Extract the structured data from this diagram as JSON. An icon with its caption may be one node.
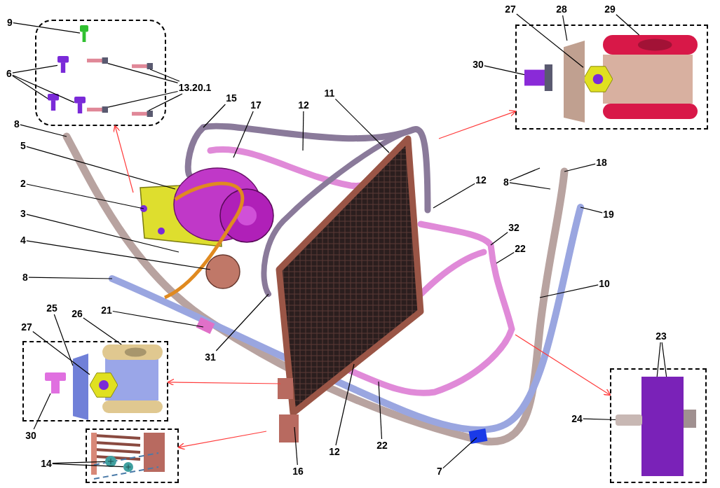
{
  "diagram": {
    "nodes": [
      {
        "text": [],
        "shape": "box"
      },
      {
        "text": [
          "9"
        ]
      },
      {
        "text": [
          "6"
        ]
      },
      {
        "text": [
          "13.20.1"
        ]
      },
      {
        "text": [],
        "shape": "box"
      },
      {
        "text": [
          "27"
        ]
      },
      {
        "text": [
          "28"
        ]
      },
      {
        "text": [
          "29"
        ]
      },
      {
        "text": [
          "30"
        ]
      },
      {
        "text": [
          "8"
        ]
      },
      {
        "text": [
          "15"
        ]
      },
      {
        "text": [
          "17"
        ]
      },
      {
        "text": [
          "12"
        ]
      },
      {
        "text": [
          "11"
        ]
      },
      {
        "text": [
          "5"
        ]
      },
      {
        "text": [
          "18"
        ]
      },
      {
        "text": [
          "8"
        ]
      },
      {
        "text": [
          "2"
        ]
      },
      {
        "text": [
          "12"
        ]
      },
      {
        "text": [
          "19"
        ]
      },
      {
        "text": [
          "3"
        ]
      },
      {
        "text": [
          "32"
        ]
      },
      {
        "text": [
          "4"
        ]
      },
      {
        "text": [
          "22"
        ]
      },
      {
        "text": [
          "8"
        ]
      },
      {
        "text": [
          "10"
        ]
      },
      {
        "text": [
          "21"
        ]
      },
      {
        "text": [],
        "shape": "box"
      },
      {
        "text": [
          "27"
        ]
      },
      {
        "text": [
          "25"
        ]
      },
      {
        "text": [
          "26"
        ]
      },
      {
        "text": [
          "31"
        ]
      },
      {
        "text": [],
        "shape": "box"
      },
      {
        "text": [
          "23"
        ]
      },
      {
        "text": [
          "24"
        ]
      },
      {
        "text": [
          "30"
        ]
      },
      {
        "text": [
          "22"
        ]
      },
      {
        "text": [],
        "shape": "box"
      },
      {
        "text": [
          "12"
        ]
      },
      {
        "text": [
          "14"
        ]
      },
      {
        "text": [
          "16"
        ]
      },
      {
        "text": [
          "7"
        ]
      },
      {
        "text": [],
        "shape": "picture",
        "in": 0
      },
      {
        "text": [],
        "shape": "picture",
        "in": 0
      },
      {
        "text": [],
        "shape": "picture",
        "in": 0
      },
      {
        "text": [],
        "shape": "picture",
        "in": 0
      },
      {
        "text": [],
        "shape": "bar",
        "in": 0
      },
      {
        "text": [],
        "shape": "bar",
        "in": 0
      },
      {
        "text": [],
        "shape": "bar",
        "in": 0
      },
      {
        "text": [],
        "shape": "bar",
        "in": 0
      },
      {
        "text": [],
        "shape": "picture",
        "in": 4
      },
      {
        "text": [],
        "shape": "bar",
        "in": 4
      },
      {
        "text": [],
        "shape": "picture",
        "in": 4
      },
      {
        "text": [],
        "shape": "bar",
        "in": 4
      },
      {
        "text": [],
        "shape": "picture",
        "in": 27
      },
      {
        "text": [],
        "shape": "bar",
        "in": 27
      },
      {
        "text": [],
        "shape": "picture",
        "in": 27
      },
      {
        "text": [],
        "shape": "picture",
        "in": 27
      },
      {
        "text": [],
        "shape": "bar",
        "in": 32
      },
      {
        "text": [],
        "shape": "bar",
        "in": 32
      },
      {
        "text": [],
        "shape": "bar",
        "in": 32
      },
      {
        "text": [],
        "shape": "picture",
        "in": 37
      },
      {
        "text": [],
        "shape": "picture",
        "in": 37
      }
    ],
    "edges": [
      {
        "from": 1,
        "to": 42,
        "arrow": "none"
      },
      {
        "from": 2,
        "to": 43,
        "arrow": "none"
      },
      {
        "from": 2,
        "to": 44,
        "arrow": "none"
      },
      {
        "from": 2,
        "to": 45,
        "arrow": "none"
      },
      {
        "from": 3,
        "to": 46,
        "arrow": "none"
      },
      {
        "from": 3,
        "to": 47,
        "arrow": "none"
      },
      {
        "from": 3,
        "to": 48,
        "arrow": "none"
      },
      {
        "from": 3,
        "to": 49,
        "arrow": "none"
      },
      {
        "from": 5,
        "to": 50,
        "arrow": "none"
      },
      {
        "from": 6,
        "to": 51,
        "arrow": "none"
      },
      {
        "from": 7,
        "to": 52,
        "arrow": "none"
      },
      {
        "from": 8,
        "to": 53,
        "arrow": "none"
      },
      {
        "from": 9,
        "to": null,
        "arrow": "none"
      },
      {
        "from": 10,
        "to": null,
        "arrow": "none"
      },
      {
        "from": 11,
        "to": null,
        "arrow": "none"
      },
      {
        "from": 12,
        "to": null,
        "arrow": "none"
      },
      {
        "from": 13,
        "to": null,
        "arrow": "none"
      },
      {
        "from": 14,
        "to": null,
        "arrow": "none"
      },
      {
        "from": 15,
        "to": null,
        "arrow": "none"
      },
      {
        "from": 16,
        "to": null,
        "arrow": "none"
      },
      {
        "from": 16,
        "to": null,
        "arrow": "none"
      },
      {
        "from": 17,
        "to": null,
        "arrow": "none"
      },
      {
        "from": 18,
        "to": null,
        "arrow": "none"
      },
      {
        "from": 19,
        "to": null,
        "arrow": "none"
      },
      {
        "from": 20,
        "to": null,
        "arrow": "none"
      },
      {
        "from": 21,
        "to": null,
        "arrow": "none"
      },
      {
        "from": 22,
        "to": null,
        "arrow": "none"
      },
      {
        "from": 23,
        "to": null,
        "arrow": "none"
      },
      {
        "from": 24,
        "to": null,
        "arrow": "none"
      },
      {
        "from": 25,
        "to": null,
        "arrow": "none"
      },
      {
        "from": 26,
        "to": null,
        "arrow": "none"
      },
      {
        "from": 28,
        "to": 54,
        "arrow": "none"
      },
      {
        "from": 29,
        "to": 55,
        "arrow": "none"
      },
      {
        "from": 30,
        "to": 56,
        "arrow": "none"
      },
      {
        "from": 31,
        "to": null,
        "arrow": "none"
      },
      {
        "from": 33,
        "to": 58,
        "arrow": "none"
      },
      {
        "from": 33,
        "to": 59,
        "arrow": "none"
      },
      {
        "from": 34,
        "to": 60,
        "arrow": "none"
      },
      {
        "from": 35,
        "to": 57,
        "arrow": "none"
      },
      {
        "from": 36,
        "to": null,
        "arrow": "none"
      },
      {
        "from": 38,
        "to": null,
        "arrow": "none"
      },
      {
        "from": 39,
        "to": 61,
        "arrow": "none"
      },
      {
        "from": 39,
        "to": 62,
        "arrow": "none"
      },
      {
        "from": 40,
        "to": null,
        "arrow": "none"
      },
      {
        "from": 41,
        "to": null,
        "arrow": "none"
      },
      {
        "from": null,
        "to": 0,
        "arrow": "to",
        "color": "#ff3b3b"
      },
      {
        "from": null,
        "to": 4,
        "arrow": "to",
        "color": "#ff3b3b"
      },
      {
        "from": null,
        "to": 27,
        "arrow": "to",
        "color": "#ff3b3b"
      },
      {
        "from": null,
        "to": 32,
        "arrow": "to",
        "color": "#ff3b3b"
      },
      {
        "from": null,
        "to": 37,
        "arrow": "to",
        "color": "#ff3b3b"
      }
    ]
  }
}
